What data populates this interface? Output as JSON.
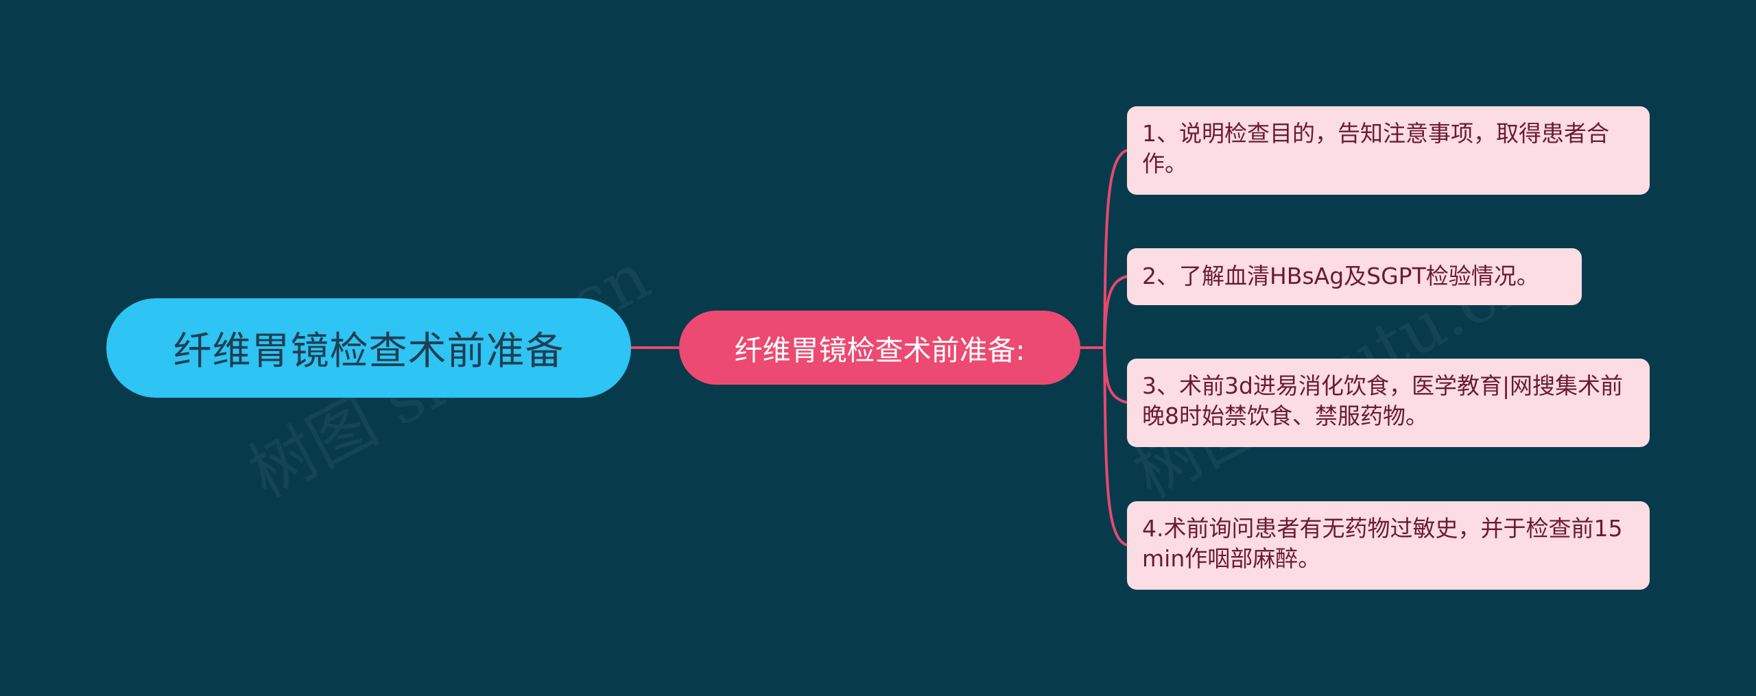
{
  "mindmap": {
    "root": {
      "label": "纤维胃镜检查术前准备"
    },
    "branch": {
      "label": "纤维胃镜检查术前准备:"
    },
    "leaves": [
      {
        "label": "1、说明检查目的，告知注意事项，取得患者合作。"
      },
      {
        "label": "2、了解血清HBsAg及SGPT检验情况。"
      },
      {
        "label": "3、术前3d进易消化饮食，医学教育|网搜集术前晚8时始禁饮食、禁服药物。"
      },
      {
        "label": "4.术前询问患者有无药物过敏史，并于检查前15min作咽部麻醉。"
      }
    ]
  },
  "watermark": {
    "text": "树图 shutu.cn"
  },
  "colors": {
    "background": "#073b4c",
    "root_fill": "#2ec4f3",
    "branch_fill": "#ec4a72",
    "leaf_fill": "#fcdde3",
    "connector": "#e8486f"
  }
}
